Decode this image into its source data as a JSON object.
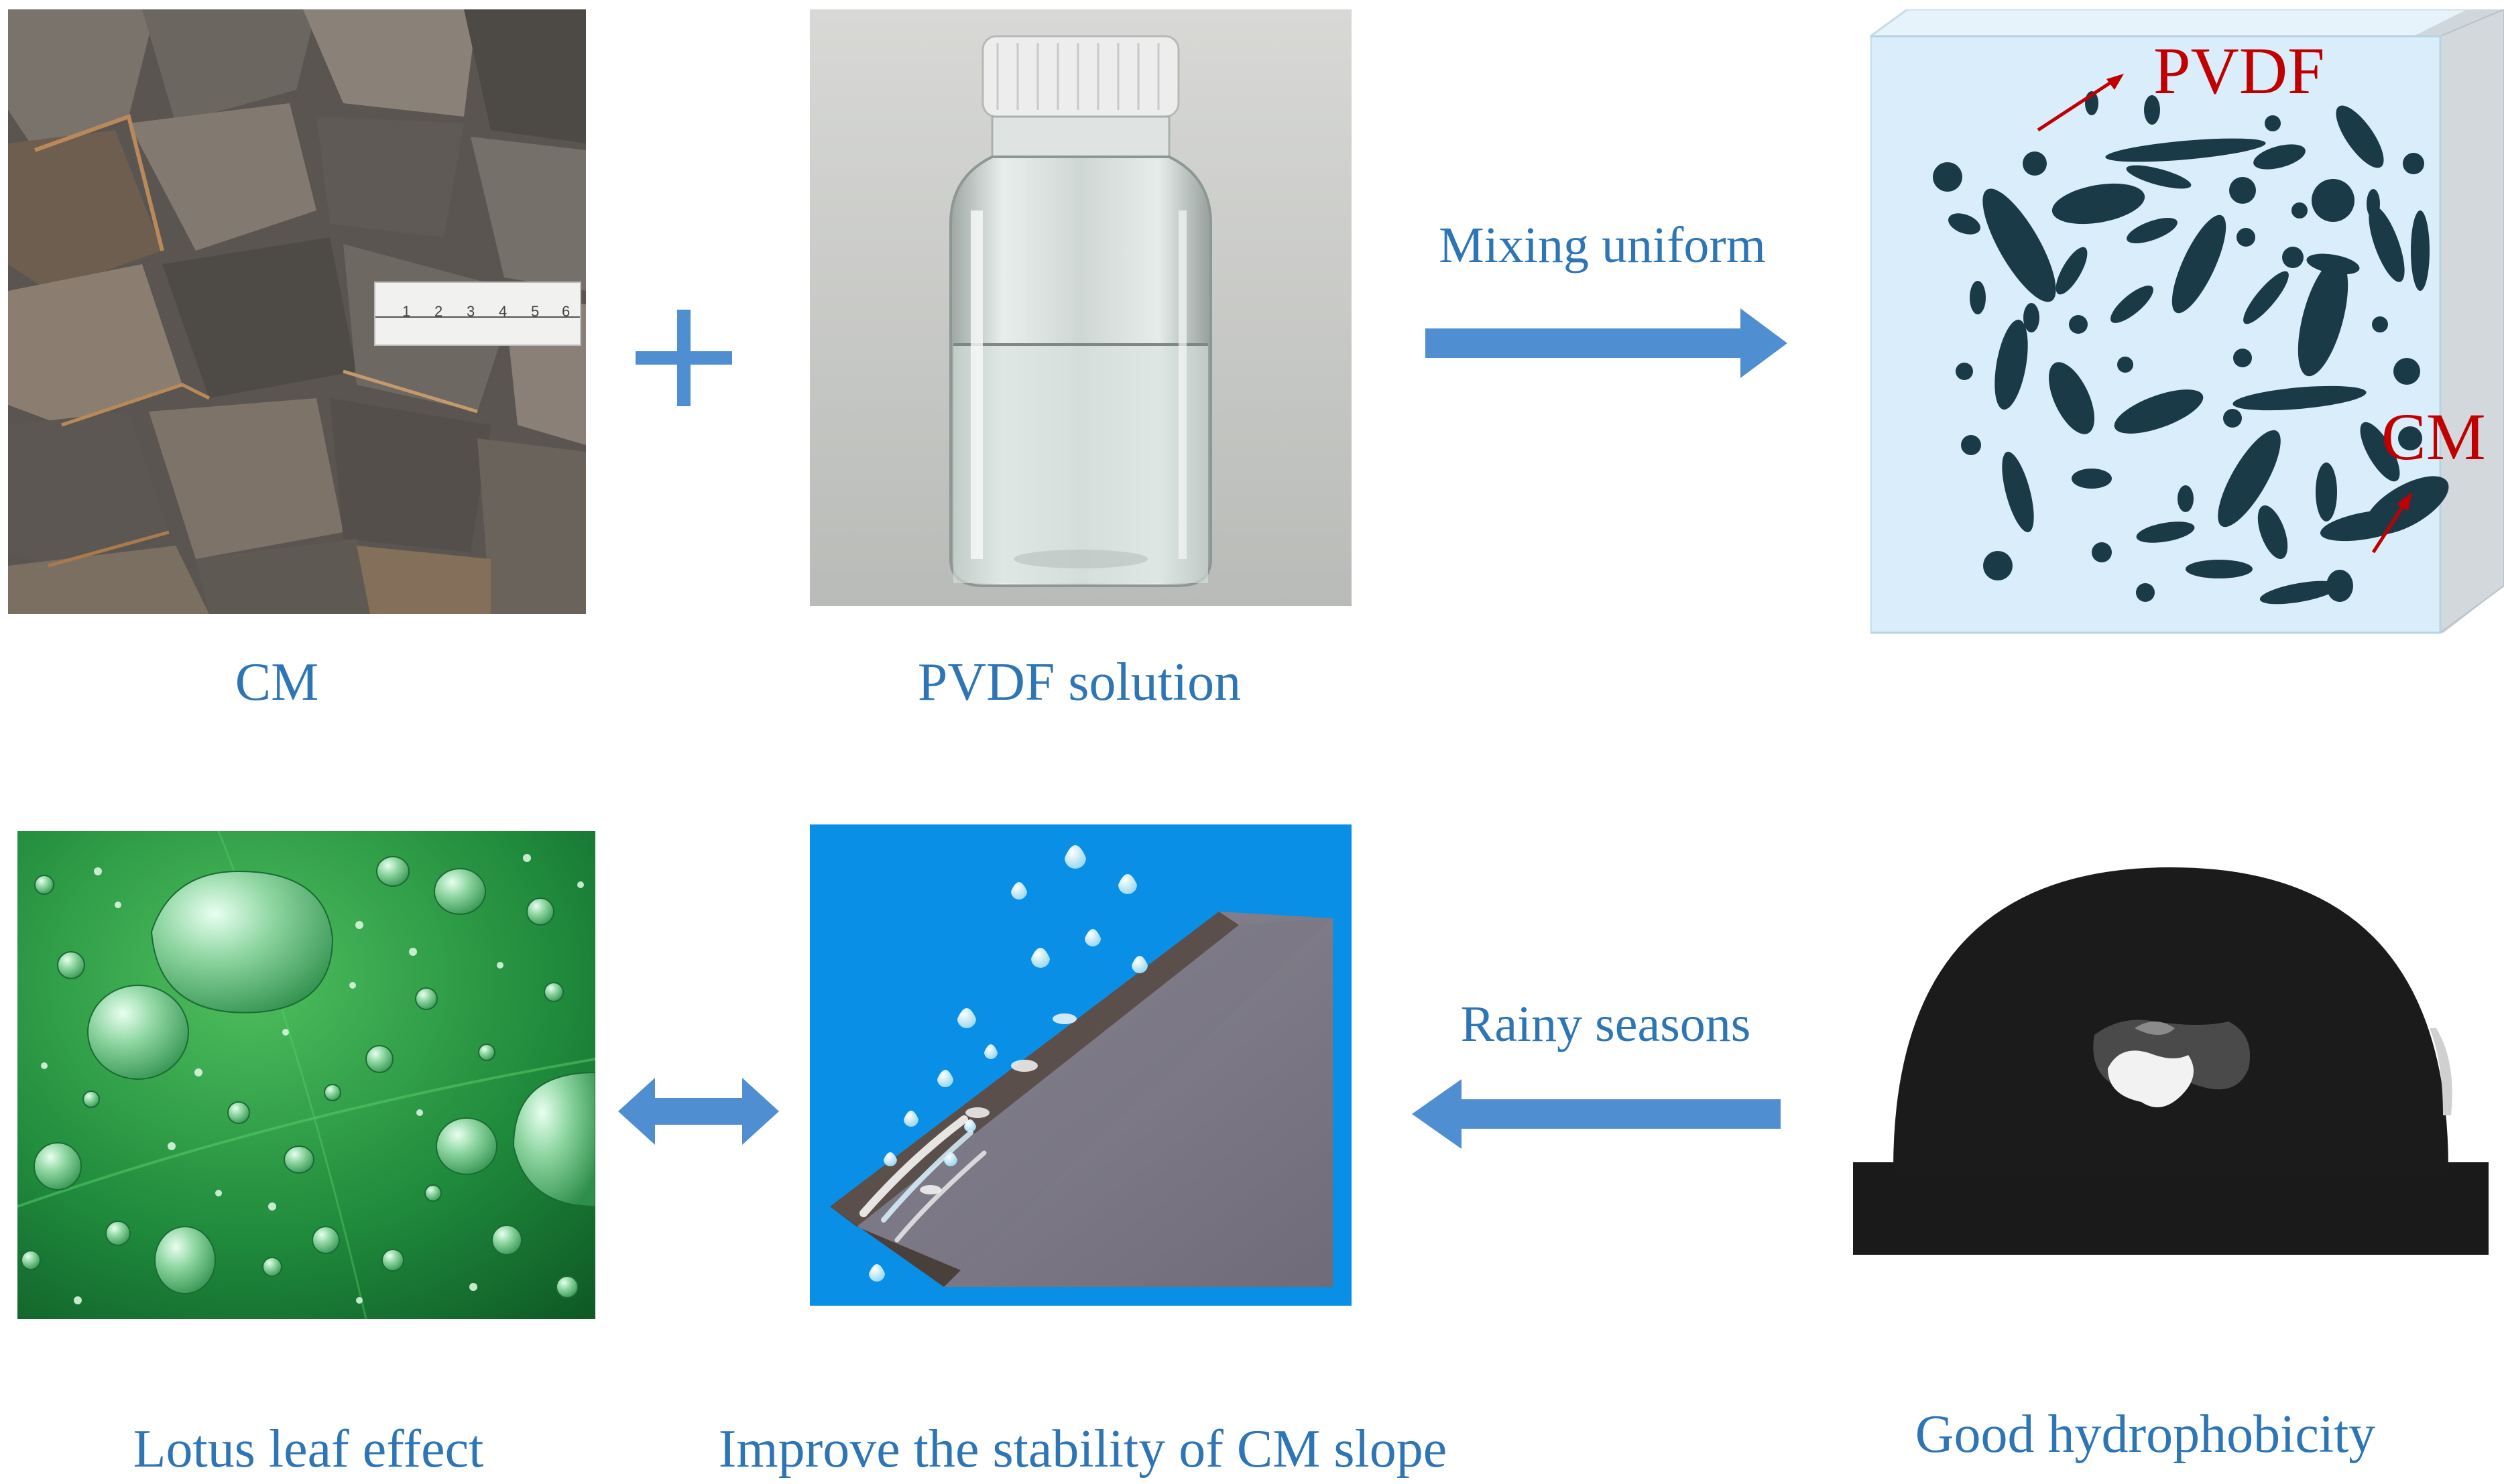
{
  "top_row": {
    "cm_caption": "CM",
    "pvdf_caption": "PVDF solution",
    "mixing_label": "Mixing uniform",
    "cube_label_pvdf": "PVDF",
    "cube_label_cm": "CM"
  },
  "bottom_row": {
    "lotus_caption": "Lotus leaf effect",
    "slope_caption": "Improve the stability of CM slope",
    "hydro_caption": "Good hydrophobicity",
    "rainy_label": "Rainy seasons"
  },
  "ruler": {
    "ticks": [
      "1",
      "2",
      "3",
      "4",
      "5",
      "6"
    ]
  },
  "colors": {
    "caption_blue": "#2e75b6",
    "arrow_blue": "#4f8fd1",
    "label_red": "#c00000",
    "cube_face": "#d9eefa",
    "particle": "#1a3a48",
    "slope_bg": "#0a8fe6",
    "leaf_green": "#1f8a3c"
  }
}
